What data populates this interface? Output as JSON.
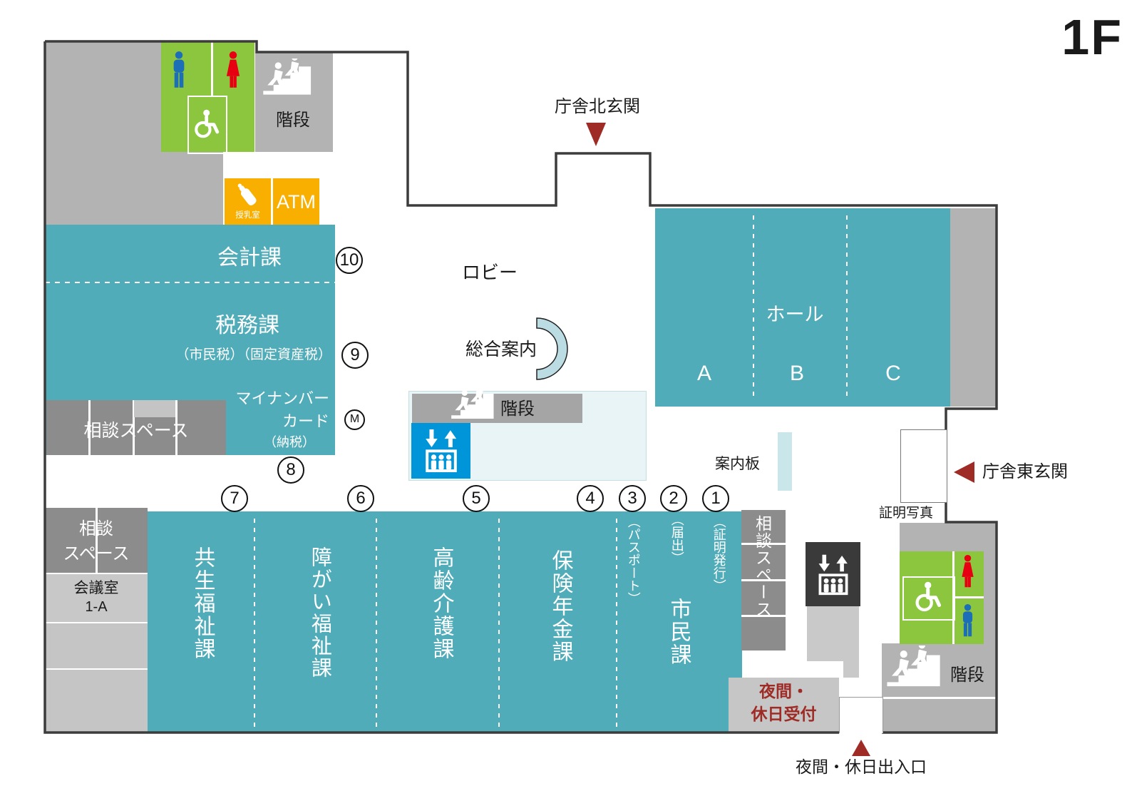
{
  "colors": {
    "teal": "#4FACB8",
    "green": "#8CC63F",
    "orange": "#F9AF00",
    "gray": "#B3B3B3",
    "gray_dark": "#8C8C8C",
    "gray_light": "#C6C6C6",
    "wall": "#3C3C3C",
    "person_red": "#E60012",
    "person_blue": "#1C6EB7",
    "elevator_blue": "#0095D8",
    "elevator_dark": "#3A3A3A",
    "accent_red": "#9E2B25",
    "light_cyan": "#E9F4F6",
    "board_cyan": "#C9E6EB",
    "desk_cyan": "#BBDCE3"
  },
  "labels": {
    "floor": "1F",
    "north_entrance": "庁舎北玄関",
    "east_entrance": "庁舎東玄関",
    "night_entrance": "夜間・休日出入口",
    "night_reception_line1": "夜間・",
    "night_reception_line2": "休日受付",
    "lobby": "ロビー",
    "info_desk": "総合案内",
    "info_board": "案内板",
    "hall": "ホール",
    "hall_sections": [
      "A",
      "B",
      "C"
    ],
    "stairs": "階段",
    "atm": "ATM",
    "nursing_room": "授乳室",
    "photo_booth": "証明写真",
    "accounting": "会計課",
    "tax": "税務課",
    "tax_sub": "（市民税）（固定資産税）",
    "mynumber_line1": "マイナンバー",
    "mynumber_line2": "カード",
    "mynumber_line3": "（納税）",
    "consult_space": "相談スペース",
    "consult_line1": "相談",
    "consult_line2": "スペース",
    "meeting_room_line1": "会議室",
    "meeting_room_line2": "1-A",
    "dept_symbiotic_welfare": "共生福祉課",
    "dept_disability_welfare": "障がい福祉課",
    "dept_elderly_care": "高齢介護課",
    "dept_insurance_pension": "保険年金課",
    "dept_citizen": "市民課",
    "citizen_sub_passport": "（パスポート）",
    "citizen_sub_notification": "（届出）",
    "citizen_sub_certificate": "（証明発行）"
  },
  "numbers": {
    "n1": "1",
    "n2": "2",
    "n3": "3",
    "n4": "4",
    "n5": "5",
    "n6": "6",
    "n7": "7",
    "n8": "8",
    "n9": "9",
    "n10": "10",
    "m": "M"
  }
}
